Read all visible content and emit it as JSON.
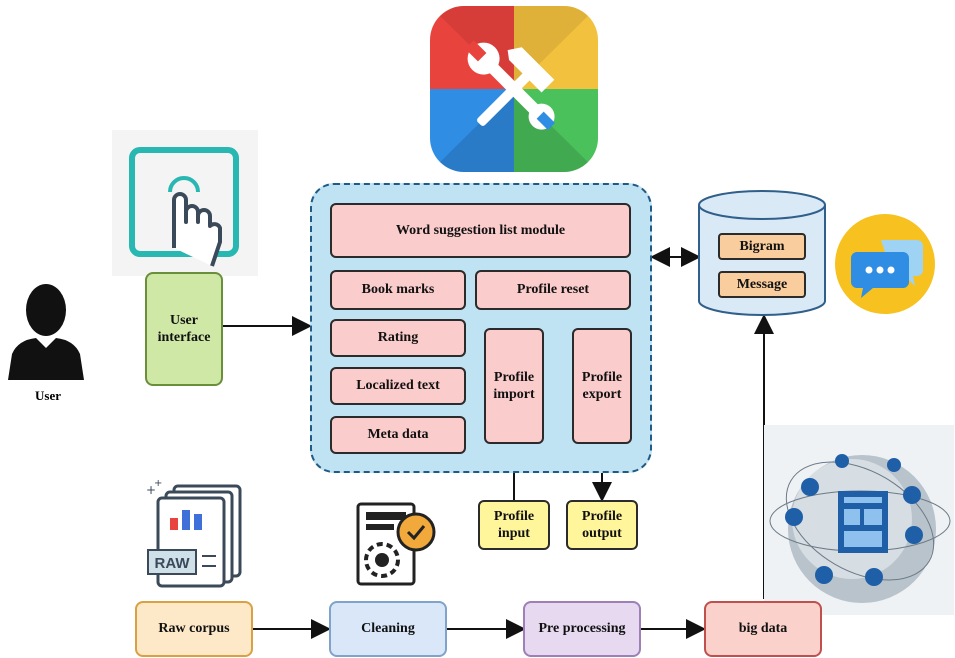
{
  "user": {
    "label": "User"
  },
  "user_interface": {
    "label": "User interface"
  },
  "module": {
    "title": "Word suggestion list module",
    "book_marks": "Book marks",
    "profile_reset": "Profile reset",
    "rating": "Rating",
    "localized_text": "Localized text",
    "meta_data": "Meta data",
    "profile_import": "Profile import",
    "profile_export": "Profile export"
  },
  "profile_input": "Profile input",
  "profile_output": "Profile output",
  "database": {
    "bigram": "Bigram",
    "message": "Message"
  },
  "pipeline": {
    "raw_corpus": "Raw corpus",
    "cleaning": "Cleaning",
    "pre_processing": "Pre processing",
    "big_data": "big data"
  },
  "raw_icon_text": "RAW",
  "colors": {
    "module_fill": "#bfe3f2",
    "pink_box": "#fbcccc",
    "green_box": "#cfe8a6",
    "yellow_box": "#fff59a",
    "orange_box": "#f9cd9e",
    "teal_icon": "#28b7b1"
  },
  "icons": [
    "tools-app-icon",
    "touch-hand-icon",
    "user-silhouette-icon",
    "chat-bubble-icon",
    "raw-document-icon",
    "gear-check-icon",
    "global-network-icon",
    "database-cylinder"
  ]
}
